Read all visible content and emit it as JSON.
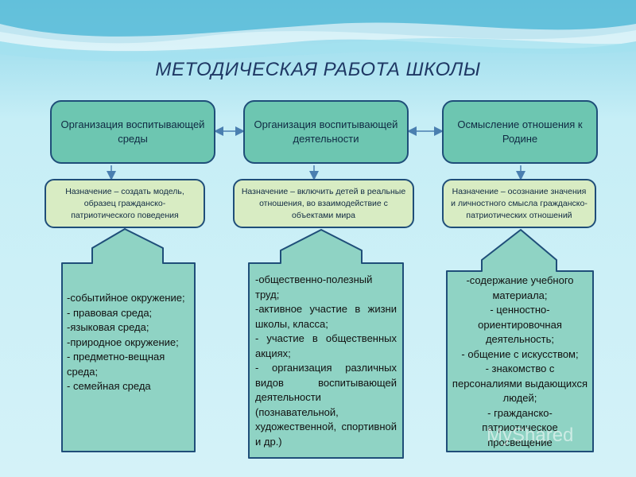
{
  "title": "МЕТОДИЧЕСКАЯ  РАБОТА  ШКОЛЫ",
  "columns": [
    {
      "header": "Организация воспитывающей среды",
      "purpose": "Назначение – создать модель, образец гражданско-патриотического поведения",
      "items": [
        "-событийное окружение;",
        "- правовая среда;",
        "-языковая среда;",
        "-природное окружение;",
        "- предметно-вещная среда;",
        "- семейная среда"
      ]
    },
    {
      "header": "Организация воспитывающей деятельности",
      "purpose": "Назначение – включить детей в реальные отношения, во взаимодействие с объектами мира",
      "items": [
        "-общественно-полезный труд;",
        "-активное участие в жизни школы, класса;",
        "- участие в общественных акциях;",
        "- организация различных видов воспитывающей деятельности (познавательной, художественной, спортивной и др.)"
      ]
    },
    {
      "header": "Осмысление отношения к Родине",
      "purpose": "Назначение – осознание значения и личностного смысла гражданско-патриотических отношений",
      "items": [
        "-содержание учебного материала;",
        "- ценностно-ориентировочная деятельность;",
        "- общение с искусством;",
        "- знакомство с персоналиями выдающихся людей;",
        "- гражданско-патриотическое просвещение"
      ]
    }
  ],
  "watermark": "MyShared",
  "colors": {
    "header_fill": "#6dc6b1",
    "purpose_fill": "#d8ecc3",
    "block_fill": "#8fd3c4",
    "border": "#1f4e79",
    "title": "#1f3864"
  }
}
